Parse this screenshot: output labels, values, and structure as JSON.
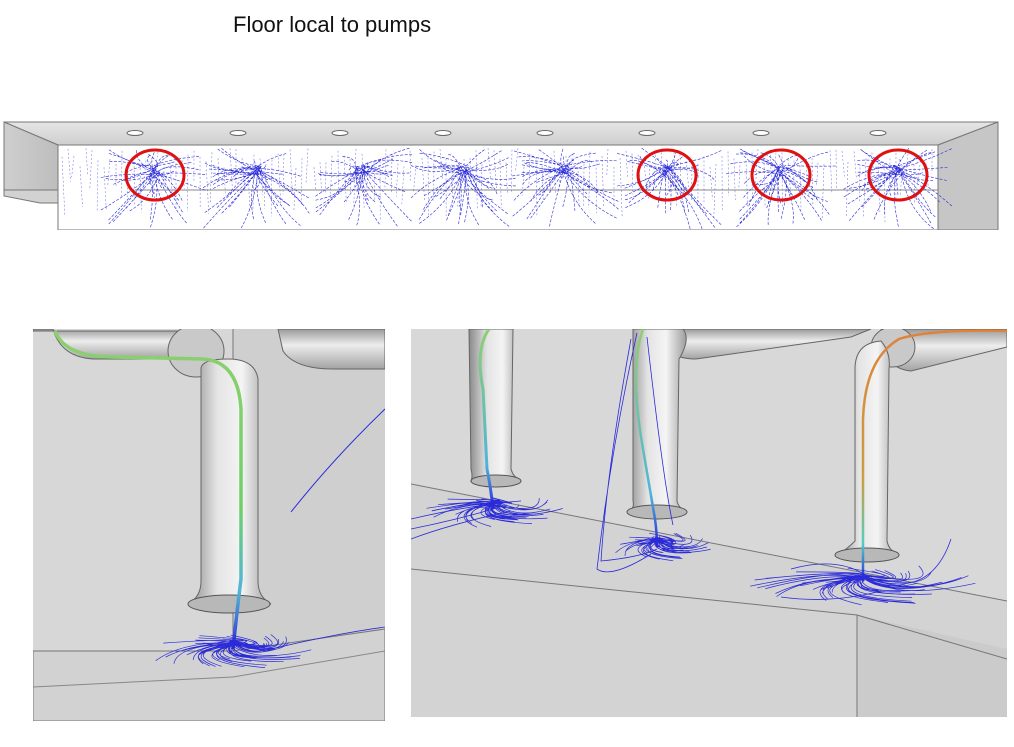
{
  "figure": {
    "title": "Floor local to pumps"
  },
  "colors": {
    "streamline": "#2a2ad8",
    "highlight_circle": "#e01010",
    "surface_light": "#dcdcdc",
    "surface_mid": "#c8c8c8",
    "pipe_gray": "#a9a9a9",
    "velocity_low": "#2a2ad8",
    "velocity_mid": "#6fd06a",
    "velocity_high": "#e0823a"
  },
  "top_view": {
    "pump_count": 8,
    "highlighted_pumps": [
      1,
      6,
      7,
      8
    ]
  },
  "details": {
    "left_view_pumps": 1,
    "right_view_pumps": 3
  }
}
